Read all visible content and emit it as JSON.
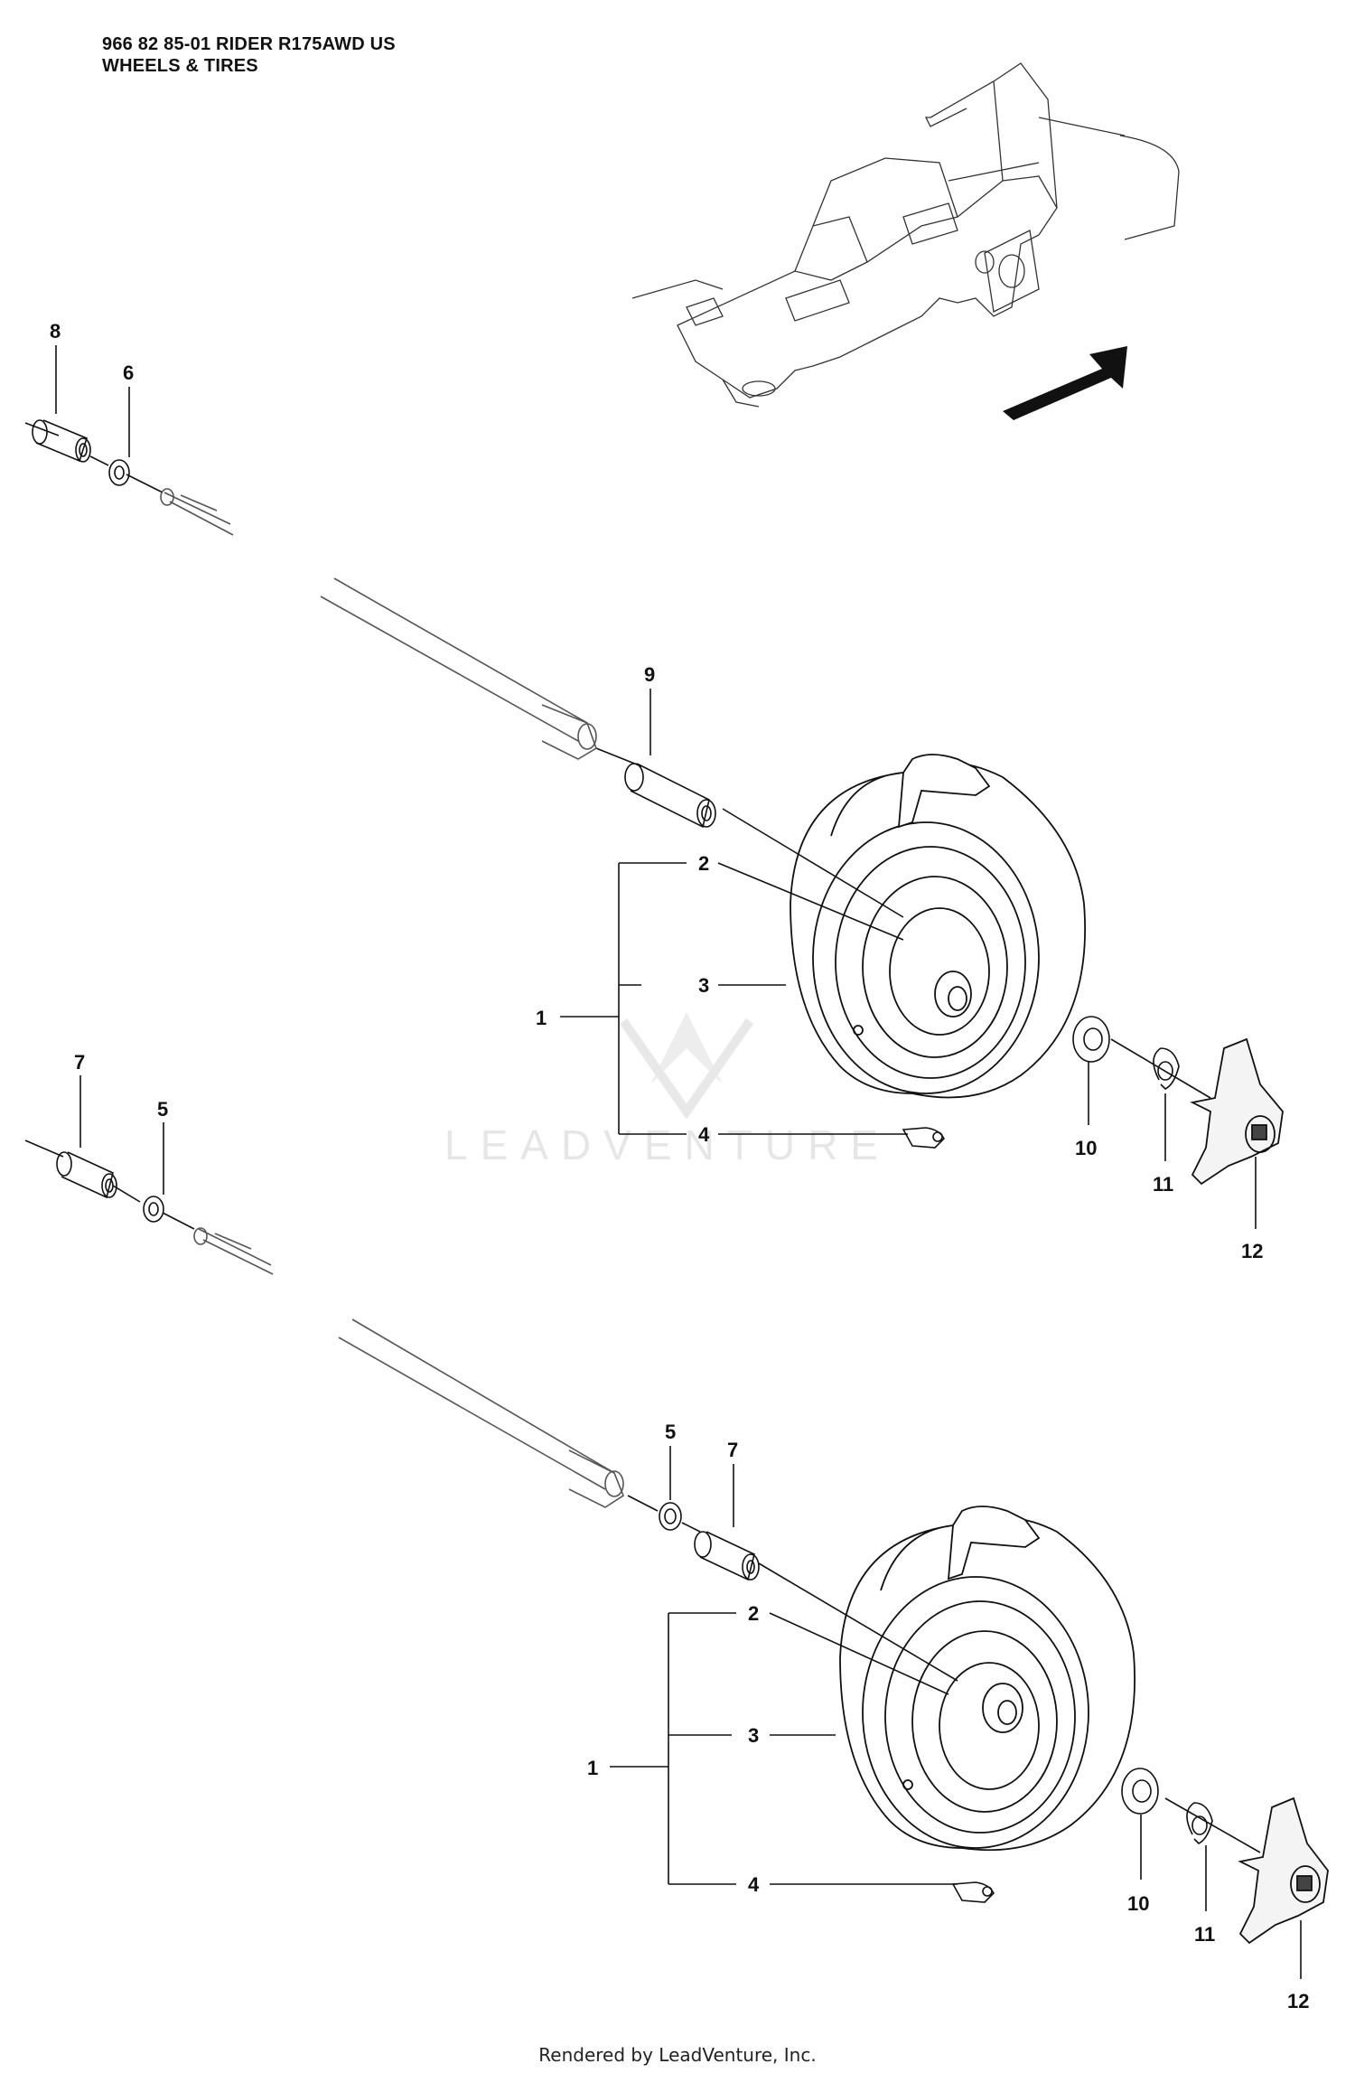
{
  "header": {
    "title_line1": "966 82 85-01 RIDER R175AWD US",
    "title_line2": "WHEELS & TIRES"
  },
  "watermark": "LEADVENTURE",
  "footer": "Rendered by LeadVenture, Inc.",
  "callouts": {
    "upper": {
      "n8": "8",
      "n6": "6",
      "n9": "9",
      "n2": "2",
      "n3": "3",
      "n1": "1",
      "n4": "4",
      "n10": "10",
      "n11": "11",
      "n12": "12"
    },
    "lower": {
      "n7a": "7",
      "n5a": "5",
      "n5b": "5",
      "n7b": "7",
      "n2": "2",
      "n3": "3",
      "n1": "1",
      "n4": "4",
      "n10": "10",
      "n11": "11",
      "n12": "12"
    }
  },
  "colors": {
    "line": "#111111",
    "watermark": "#e6e6e6"
  }
}
